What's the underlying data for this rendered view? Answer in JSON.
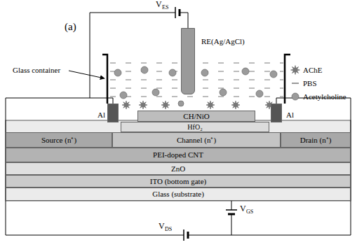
{
  "diagram": {
    "nodes": [
      {
        "text": [
          "RE(Ag/AgCl)"
        ]
      },
      {
        "text": [
          "Al"
        ]
      },
      {
        "text": [
          "Al"
        ]
      },
      {
        "text": [
          "CH/NiO"
        ]
      },
      {
        "text": [
          "HfO₂"
        ]
      },
      {
        "text": [
          "Source (n⁺)"
        ]
      },
      {
        "text": [
          "Channel (n⁺)"
        ]
      },
      {
        "text": [
          "Drain (n⁺)"
        ]
      },
      {
        "text": [
          "PEI-doped CNT"
        ]
      },
      {
        "text": [
          "ZnO"
        ]
      },
      {
        "text": [
          "ITO (bottom gate)"
        ]
      },
      {
        "text": [
          "Glass (substrate)"
        ]
      }
    ],
    "labels": [
      "(a)",
      "V",
      "ES",
      "Glass container",
      "V",
      "GS",
      "V",
      "DS"
    ],
    "legend": [
      {
        "text": "AChE"
      },
      {
        "text": "PBS"
      },
      {
        "text": "Acetylcholine"
      }
    ]
  }
}
